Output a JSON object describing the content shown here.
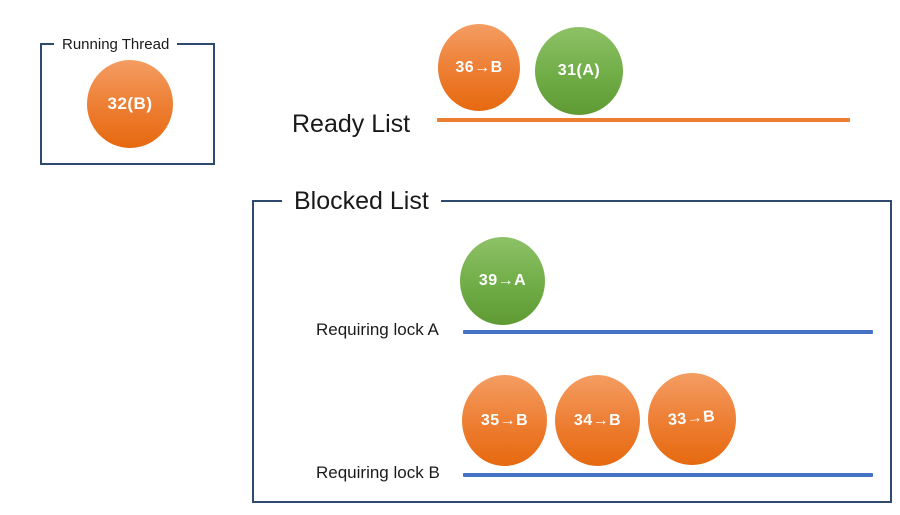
{
  "running_thread": {
    "title": "Running Thread",
    "thread": {
      "label": "32(B)",
      "color_name": "orange"
    }
  },
  "ready_list": {
    "title": "Ready List",
    "threads": [
      {
        "label": "36→B",
        "color_name": "orange"
      },
      {
        "label": "31(A)",
        "color_name": "green"
      }
    ]
  },
  "blocked_list": {
    "title": "Blocked List",
    "queues": [
      {
        "label": "Requiring lock A",
        "threads": [
          {
            "label": "39→A",
            "color_name": "green"
          }
        ]
      },
      {
        "label": "Requiring lock B",
        "threads": [
          {
            "label": "35→B",
            "color_name": "orange"
          },
          {
            "label": "34→B",
            "color_name": "orange"
          },
          {
            "label": "33→B",
            "color_name": "orange"
          }
        ]
      }
    ]
  },
  "colors": {
    "orange": "#ED7D31",
    "orange-light": "#F49D63",
    "orange-dark": "#E6690F",
    "green": "#70AD47",
    "green-light": "#8EC167",
    "green-dark": "#5F9A33",
    "lock-line-blue": "#4472C4",
    "box-border": "#2E4A6E",
    "text": "#1A1A1A"
  }
}
